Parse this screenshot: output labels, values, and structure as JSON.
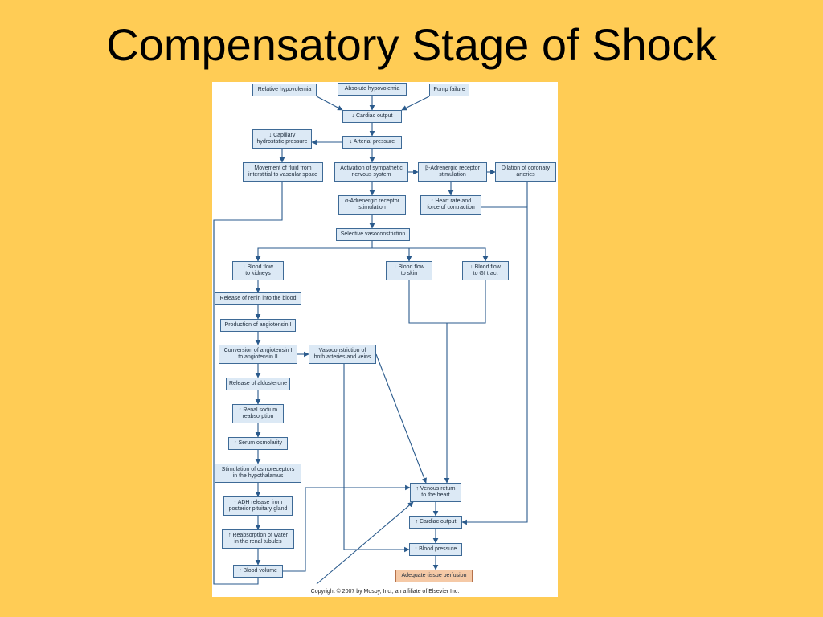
{
  "slide": {
    "title": "Compensatory Stage of Shock"
  },
  "diagram": {
    "nodes": {
      "relative_hypovolemia": "Relative hypovolemia",
      "absolute_hypovolemia": "Absolute hypovolemia",
      "pump_failure": "Pump failure",
      "dec_cardiac_output": "↓ Cardiac output",
      "dec_capillary_pressure": "↓ Capillary\nhydrostatic pressure",
      "dec_arterial_pressure": "↓ Arterial pressure",
      "fluid_movement": "Movement of fluid from\ninterstitial to vascular space",
      "sympathetic_activation": "Activation of sympathetic\nnervous system",
      "beta_stimulation": "β-Adrenergic receptor\nstimulation",
      "coronary_dilation": "Dilation of coronary\narteries",
      "alpha_stimulation": "α-Adrenergic receptor\nstimulation",
      "inc_heart_rate": "↑ Heart rate and\nforce of contraction",
      "selective_vasoconstriction": "Selective vasoconstriction",
      "dec_flow_kidneys": "↓ Blood flow\nto kidneys",
      "dec_flow_skin": "↓ Blood flow\nto skin",
      "dec_flow_gi": "↓ Blood flow\nto GI tract",
      "renin_release": "Release of renin into the blood",
      "angiotensin_i": "Production of angiotensin I",
      "angiotensin_ii": "Conversion of angiotensin I\nto angiotensin II",
      "vasoconstriction_both": "Vasoconstriction of\nboth arteries and veins",
      "aldosterone": "Release of aldosterone",
      "renal_sodium": "↑ Renal sodium\nreabsorption",
      "serum_osmolarity": "↑ Serum osmolarity",
      "osmoreceptors": "Stimulation of osmoreceptors\nin the hypothalamus",
      "venous_return": "↑ Venous return\nto the heart",
      "adh_release": "↑ ADH release from\nposterior pituitary gland",
      "inc_cardiac_output": "↑ Cardiac output",
      "water_reabsorption": "↑ Reabsorption of water\nin the renal tubules",
      "inc_blood_pressure": "↑ Blood pressure",
      "blood_volume": "↑ Blood volume",
      "tissue_perfusion": "Adequate tissue perfusion"
    },
    "copyright": "Copyright © 2007 by Mosby, Inc., an affiliate of Elsevier Inc."
  }
}
